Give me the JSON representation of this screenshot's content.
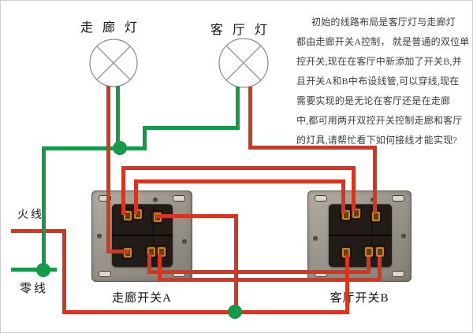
{
  "colors": {
    "wire_red": "#d93420",
    "wire_green": "#149a49"
  },
  "lamps": [
    {
      "label": "走廊灯"
    },
    {
      "label": "客厅灯"
    }
  ],
  "switches": [
    {
      "label": "走廊开关A"
    },
    {
      "label": "客厅开关B"
    }
  ],
  "wire_labels": {
    "live": "火线",
    "neutral": "零线"
  },
  "description": {
    "lines": [
      "初始的线路布局是客厅灯与走廊灯",
      "都由走廊开关A控制， 就是普通的双位单",
      "控开关,现在在客厅中新添加了开关B,并",
      "且开关A和B中布设线管,可以穿线,现在",
      "需要实现的是无论在客厅还是在走廊",
      "中,都可用两开双控开关控制走廊和客厅",
      "的灯具,请帮忙看下如何接线才能实现?"
    ]
  }
}
